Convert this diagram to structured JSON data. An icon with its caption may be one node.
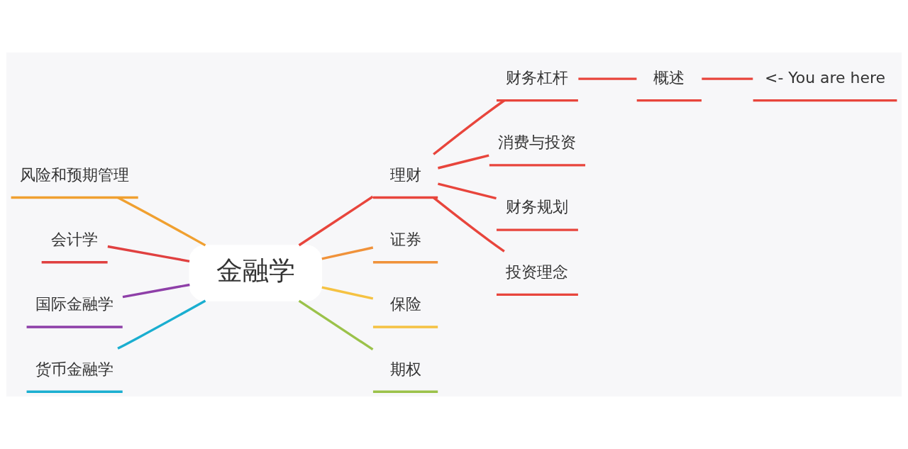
{
  "diagram": {
    "nodes": [
      {
        "text": [
          "金融学"
        ]
      },
      {
        "text": [
          "理财"
        ]
      },
      {
        "text": [
          "财务杠杆"
        ]
      },
      {
        "text": [
          "概述"
        ]
      },
      {
        "text": [
          "<- You are here"
        ]
      },
      {
        "text": [
          "消费与投资"
        ]
      },
      {
        "text": [
          "财务规划"
        ]
      },
      {
        "text": [
          "投资理念"
        ]
      },
      {
        "text": [
          "证券"
        ]
      },
      {
        "text": [
          "保险"
        ]
      },
      {
        "text": [
          "期权"
        ]
      },
      {
        "text": [
          "风险和预期管理"
        ]
      },
      {
        "text": [
          "会计学"
        ]
      },
      {
        "text": [
          "国际金融学"
        ]
      },
      {
        "text": [
          "货币金融学"
        ]
      }
    ],
    "edges": [
      {
        "from": 0,
        "to": 1,
        "arrow": "none",
        "color": "#e8453c"
      },
      {
        "from": 1,
        "to": 2,
        "arrow": "none",
        "color": "#e8453c"
      },
      {
        "from": 2,
        "to": 3,
        "arrow": "none",
        "color": "#e8453c"
      },
      {
        "from": 3,
        "to": 4,
        "arrow": "none",
        "color": "#e8453c"
      },
      {
        "from": 1,
        "to": 5,
        "arrow": "none",
        "color": "#e8453c"
      },
      {
        "from": 1,
        "to": 6,
        "arrow": "none",
        "color": "#e8453c"
      },
      {
        "from": 1,
        "to": 7,
        "arrow": "none",
        "color": "#e8453c"
      },
      {
        "from": 0,
        "to": 8,
        "arrow": "none",
        "color": "#f0923a"
      },
      {
        "from": 0,
        "to": 9,
        "arrow": "none",
        "color": "#f5c242"
      },
      {
        "from": 0,
        "to": 10,
        "arrow": "none",
        "color": "#9bc24a"
      },
      {
        "from": 0,
        "to": 11,
        "arrow": "none",
        "color": "#f0a030"
      },
      {
        "from": 0,
        "to": 12,
        "arrow": "none",
        "color": "#e04040"
      },
      {
        "from": 0,
        "to": 13,
        "arrow": "none",
        "color": "#8e3fa8"
      },
      {
        "from": 0,
        "to": 14,
        "arrow": "none",
        "color": "#1aaed0"
      }
    ]
  }
}
